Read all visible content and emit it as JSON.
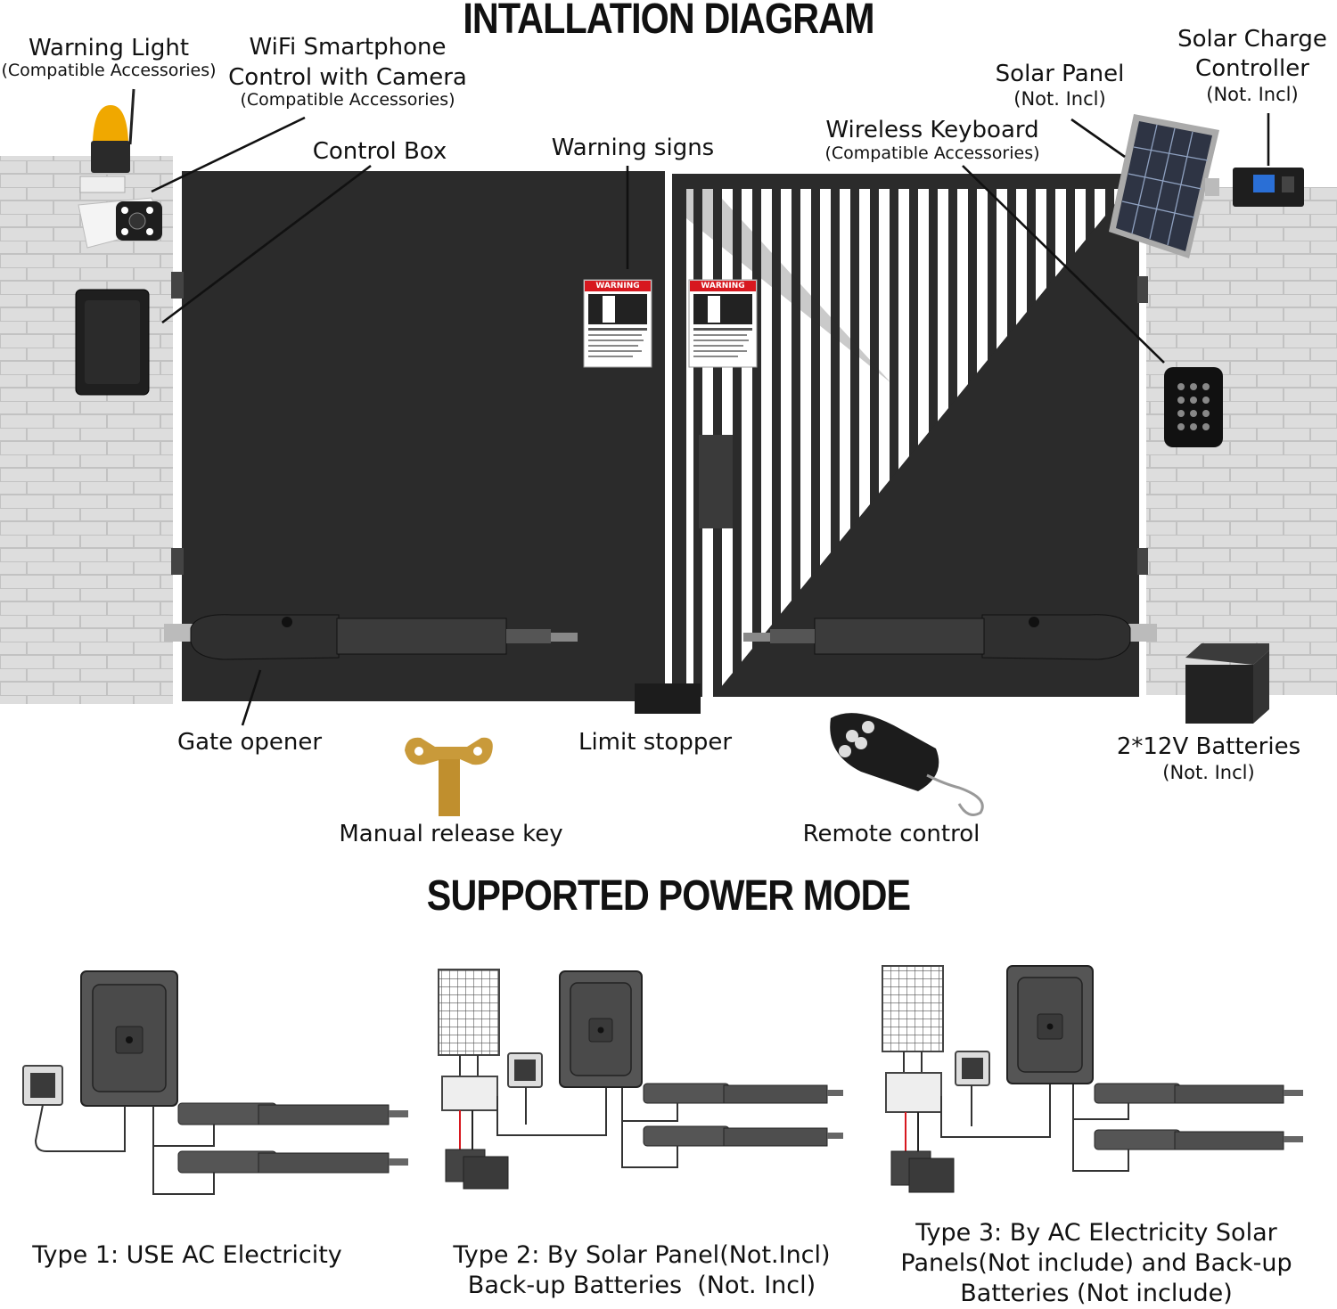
{
  "titles": {
    "installation": "INTALLATION DIAGRAM",
    "power_mode": "SUPPORTED POWER MODE"
  },
  "labels": {
    "warning_light": "Warning Light",
    "warning_light_sub": "(Compatible Accessories)",
    "wifi_line1": "WiFi Smartphone",
    "wifi_line2": "Control with Camera",
    "wifi_sub": "(Compatible Accessories)",
    "control_box": "Control Box",
    "warning_signs": "Warning signs",
    "wireless_keyboard": "Wireless Keyboard",
    "wireless_keyboard_sub": "(Compatible Accessories)",
    "solar_panel": "Solar Panel",
    "solar_panel_sub": "(Not. Incl)",
    "solar_controller_line1": "Solar Charge",
    "solar_controller_line2": "Controller",
    "solar_controller_sub": "(Not. Incl)",
    "gate_opener": "Gate opener",
    "manual_release_key": "Manual release key",
    "limit_stopper": "Limit stopper",
    "remote_control": "Remote control",
    "batteries": "2*12V Batteries",
    "batteries_sub": "(Not. Incl)"
  },
  "warning_sign": {
    "header": "WARNING"
  },
  "types": {
    "type1": "Type 1: USE AC Electricity",
    "type2_line1": "Type 2: By Solar Panel(Not.Incl)",
    "type2_line2": "Back-up Batteries  (Not. Incl)",
    "type3_line1": "Type 3: By AC Electricity Solar",
    "type3_line2": "Panels(Not include) and Back-up",
    "type3_line3": "Batteries (Not include)"
  },
  "colors": {
    "gate": "#2b2b2b",
    "wall": "#dcdcdc",
    "warning_red": "#d7181f",
    "warning_light": "#f0a800",
    "key_gold": "#c99a3a"
  }
}
